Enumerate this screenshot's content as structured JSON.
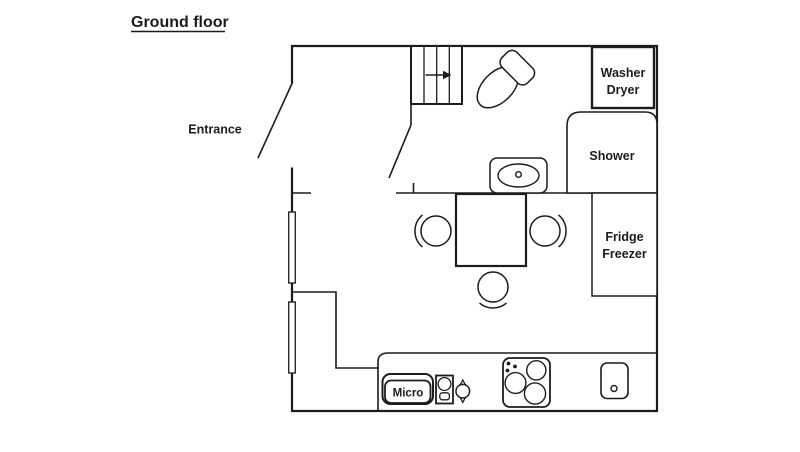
{
  "title": "Ground floor",
  "colors": {
    "line": "#1c1c1c",
    "background": "#ffffff"
  },
  "labels": {
    "entrance": "Entrance",
    "washer_line1": "Washer",
    "washer_line2": "Dryer",
    "shower": "Shower",
    "fridge_line1": "Fridge",
    "fridge_line2": "Freezer",
    "micro": "Micro"
  }
}
